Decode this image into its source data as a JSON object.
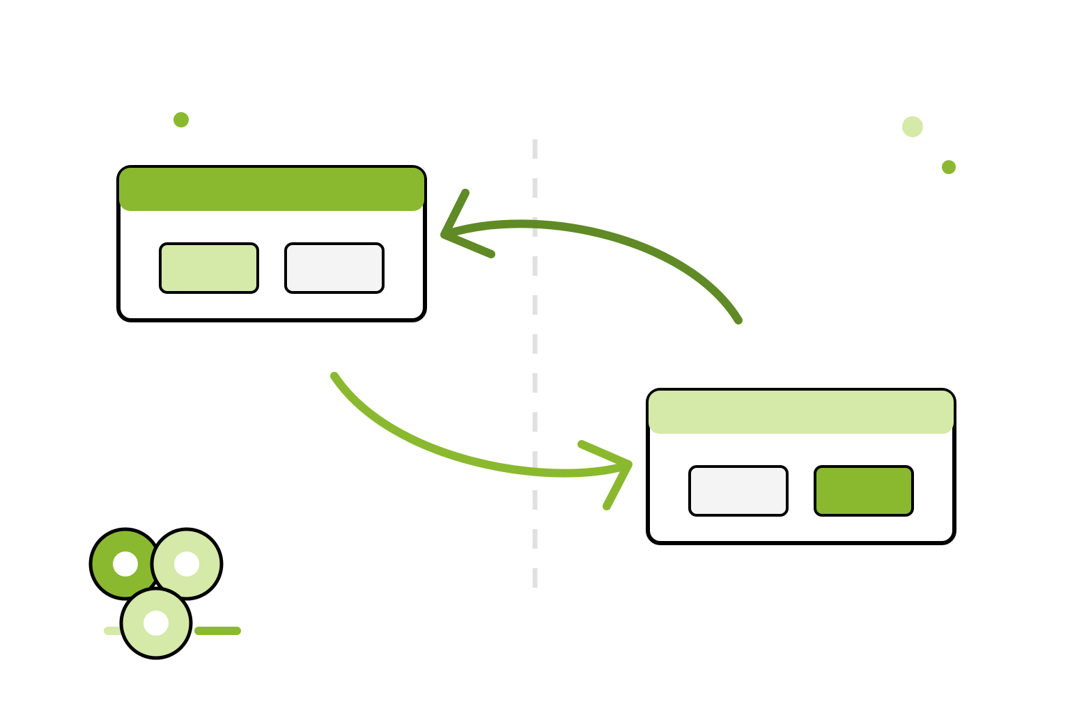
{
  "colors": {
    "background": "#ffffff",
    "primary_green": "#8ab92f",
    "light_green": "#d5e9a8",
    "dark_green": "#5f8a26",
    "outline": "#000000",
    "neutral_button": "#f4f4f4",
    "divider": "#e0e0e0"
  },
  "panels": {
    "left": {
      "header_color": "primary_green",
      "buttons": [
        {
          "fill": "light_green"
        },
        {
          "fill": "neutral_button"
        }
      ]
    },
    "right": {
      "header_color": "light_green",
      "buttons": [
        {
          "fill": "neutral_button"
        },
        {
          "fill": "primary_green"
        }
      ]
    }
  },
  "arrows": {
    "to_right": {
      "color": "primary_green",
      "direction": "left-panel-to-right-panel"
    },
    "to_left": {
      "color": "dark_green",
      "direction": "right-panel-to-left-panel"
    }
  },
  "user_group": {
    "avatars": [
      {
        "fill": "primary_green"
      },
      {
        "fill": "light_green"
      },
      {
        "fill": "light_green"
      }
    ]
  }
}
